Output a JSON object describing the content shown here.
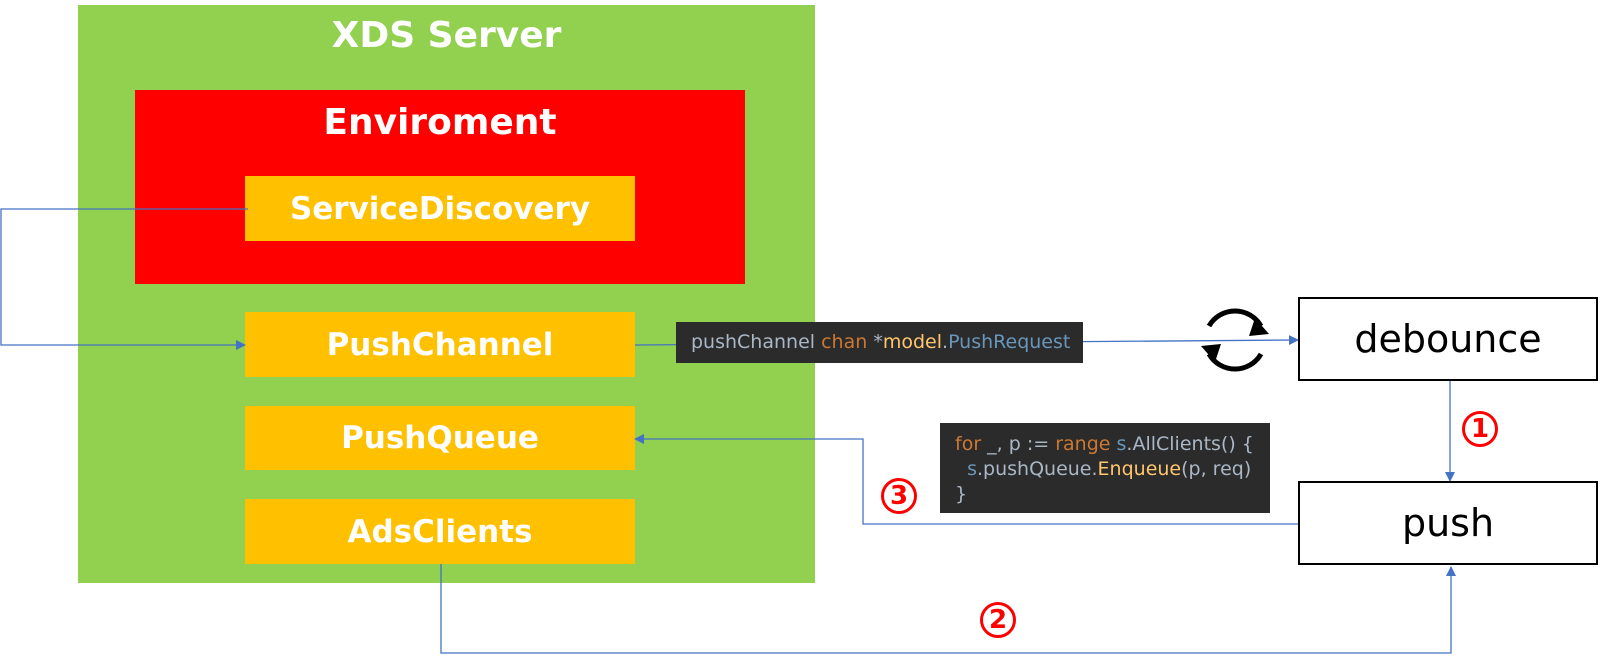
{
  "xds_server": {
    "title": "XDS Server"
  },
  "environment": {
    "title": "Enviroment"
  },
  "components": {
    "service_discovery": "ServiceDiscovery",
    "push_channel": "PushChannel",
    "push_queue": "PushQueue",
    "ads_clients": "AdsClients"
  },
  "code_snippets": {
    "push_channel_decl": {
      "name": "pushChannel",
      "kw_chan": "chan",
      "star": "*",
      "pkg": "model",
      "dot": ".",
      "type": "PushRequest"
    },
    "enqueue_loop": {
      "line1_for": "for",
      "line1_vars": " _, p := ",
      "line1_range": "range",
      "line1_s": " s",
      "line1_call": ".AllClients() {",
      "line2_s": "s",
      "line2_field": ".pushQueue.",
      "line2_method": "Enqueue",
      "line2_args": "(p, req)",
      "line3": "}"
    }
  },
  "external_boxes": {
    "debounce": "debounce",
    "push": "push"
  },
  "steps": {
    "step1": "1",
    "step2": "2",
    "step3": "3"
  },
  "colors": {
    "xds_server": "#92d050",
    "environment": "#ff0000",
    "component": "#ffc000",
    "code_bg": "#2b2b2b",
    "connector": "#4472c4",
    "step": "#ff0000"
  },
  "icons": {
    "refresh": "refresh-cycle-icon"
  }
}
